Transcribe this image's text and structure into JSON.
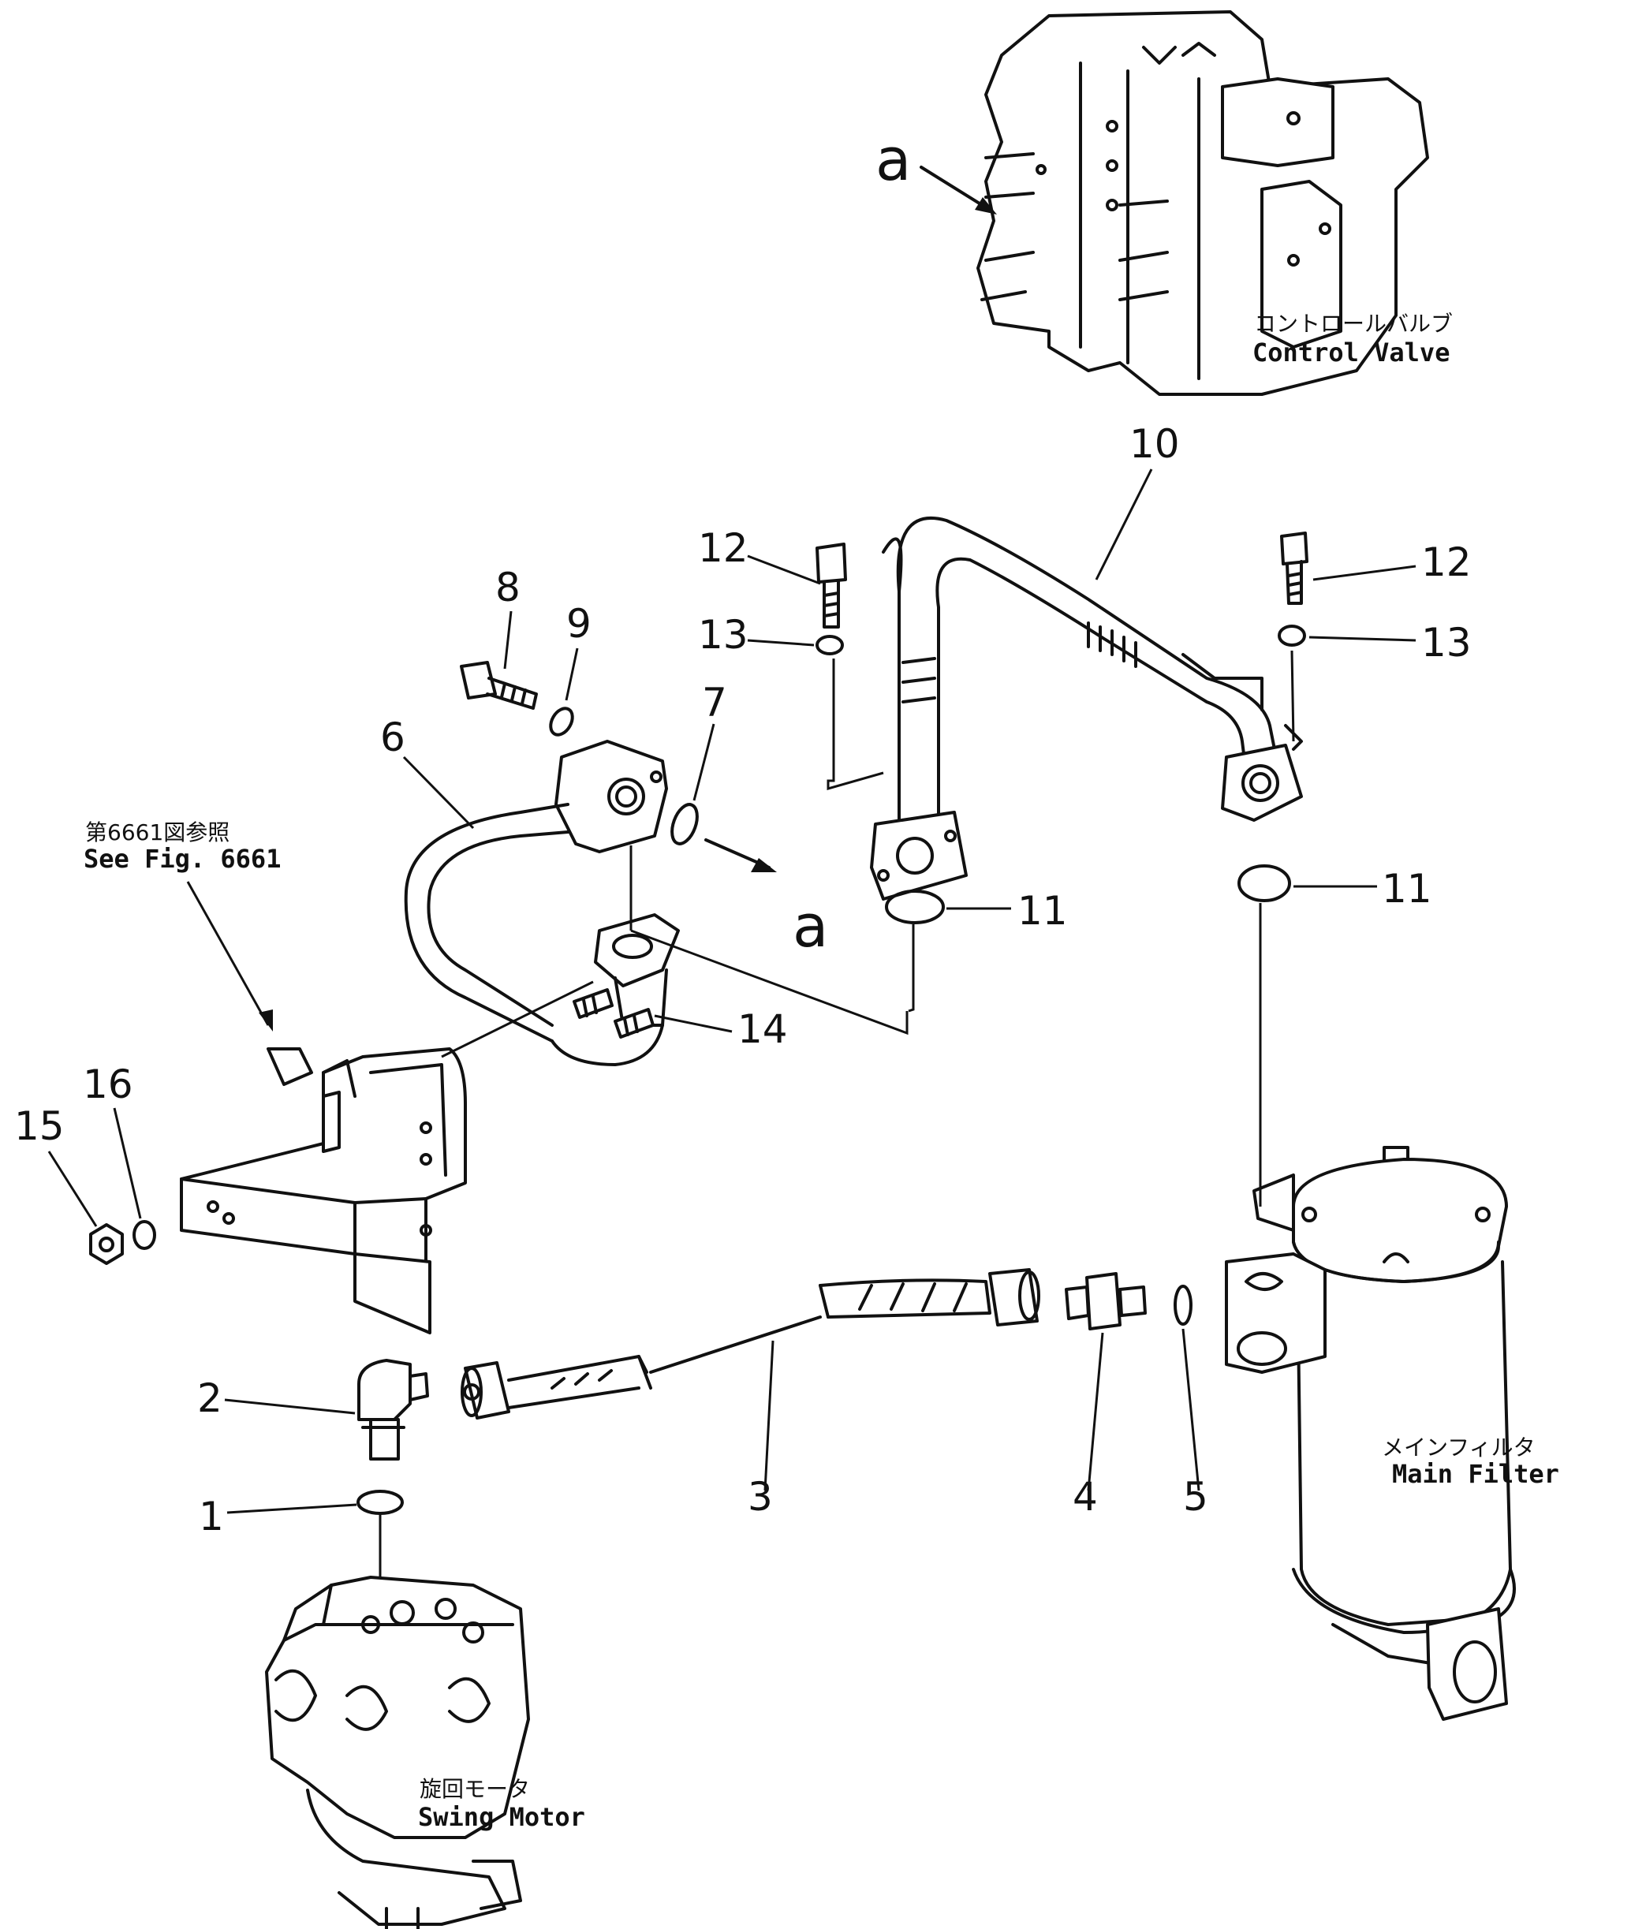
{
  "labels": {
    "control_valve_jp": "コントロールバルブ",
    "control_valve_en": "Control Valve",
    "main_filter_jp": "メインフィルタ",
    "main_filter_en": "Main Filter",
    "swing_motor_jp": "旋回モータ",
    "swing_motor_en": "Swing Motor",
    "see_fig_jp": "第6661図参照",
    "see_fig_en": "See Fig. 6661",
    "connection_a_top": "a",
    "connection_a_mid": "a"
  },
  "callouts": {
    "c1": "1",
    "c2": "2",
    "c3": "3",
    "c4": "4",
    "c5": "5",
    "c6": "6",
    "c7": "7",
    "c8": "8",
    "c9": "9",
    "c10": "10",
    "c11_left": "11",
    "c11_right": "11",
    "c12_left": "12",
    "c12_right": "12",
    "c13_left": "13",
    "c13_right": "13",
    "c14": "14",
    "c15": "15",
    "c16": "16"
  },
  "colors": {
    "ink": "#111111",
    "paper": "#ffffff"
  }
}
